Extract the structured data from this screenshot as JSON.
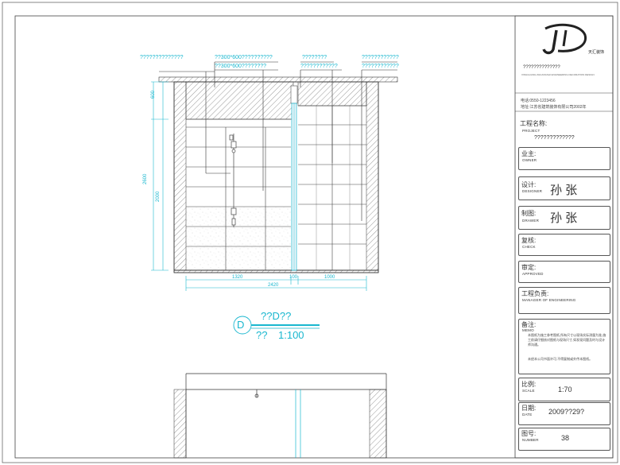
{
  "drawing": {
    "annotations_top": [
      "??????????????",
      "??300*600??????????",
      "??300*600????????",
      "????????",
      "????????????",
      "????????????",
      "????????????"
    ],
    "dims_left": [
      "600",
      "2600",
      "2000"
    ],
    "dims_bottom": [
      "1320",
      "100",
      "1000",
      "2420"
    ],
    "view_marker": "D",
    "view_title": "??D??",
    "view_scale_prefix": "??",
    "view_scale": "1:100"
  },
  "title_block": {
    "company_cn": "??????????????",
    "company_en": "XINGGUANG ZHUANGSHI ENGINEERING DECORATION DESIGN",
    "address_line1": "电话:0550-1223456",
    "address_line2": "地址:江苏省建筑装饰有限公司2002年",
    "project_label": "工程名称:",
    "project_sub": "PROJECT",
    "project_value": "?????????????",
    "owner_label": "业主:",
    "owner_sub": "OWNER",
    "design_label": "设计:",
    "design_sub": "DESIGNER",
    "design_value": "孙  张",
    "draw_label": "制图:",
    "draw_sub": "DRAWER",
    "draw_value": "孙  张",
    "check_label": "复核:",
    "check_sub": "CHECK",
    "approved_label": "审定:",
    "approved_sub": "APPROVED",
    "manager_label": "工程负责:",
    "manager_sub": "MANAGER OF ENGINEERING",
    "memo_label": "备注:",
    "memo_sub": "MEMO",
    "memo_text1": "本图纸为施工参考图纸,所有尺寸以现场实际测量为准,施工前请仔细核对图纸与现场尺寸,如发现问题及时与设计师沟通。",
    "memo_text2": "未经本公司书面许可,不得复制或外传本图纸。",
    "scale_label": "比例:",
    "scale_sub": "SCALE",
    "scale_value": "1:70",
    "date_label": "日期:",
    "date_sub": "DATE",
    "date_value": "2009??29?",
    "number_label": "图号:",
    "number_sub": "NUMBER",
    "number_value": "38",
    "logo_text": "天汇装饰"
  }
}
